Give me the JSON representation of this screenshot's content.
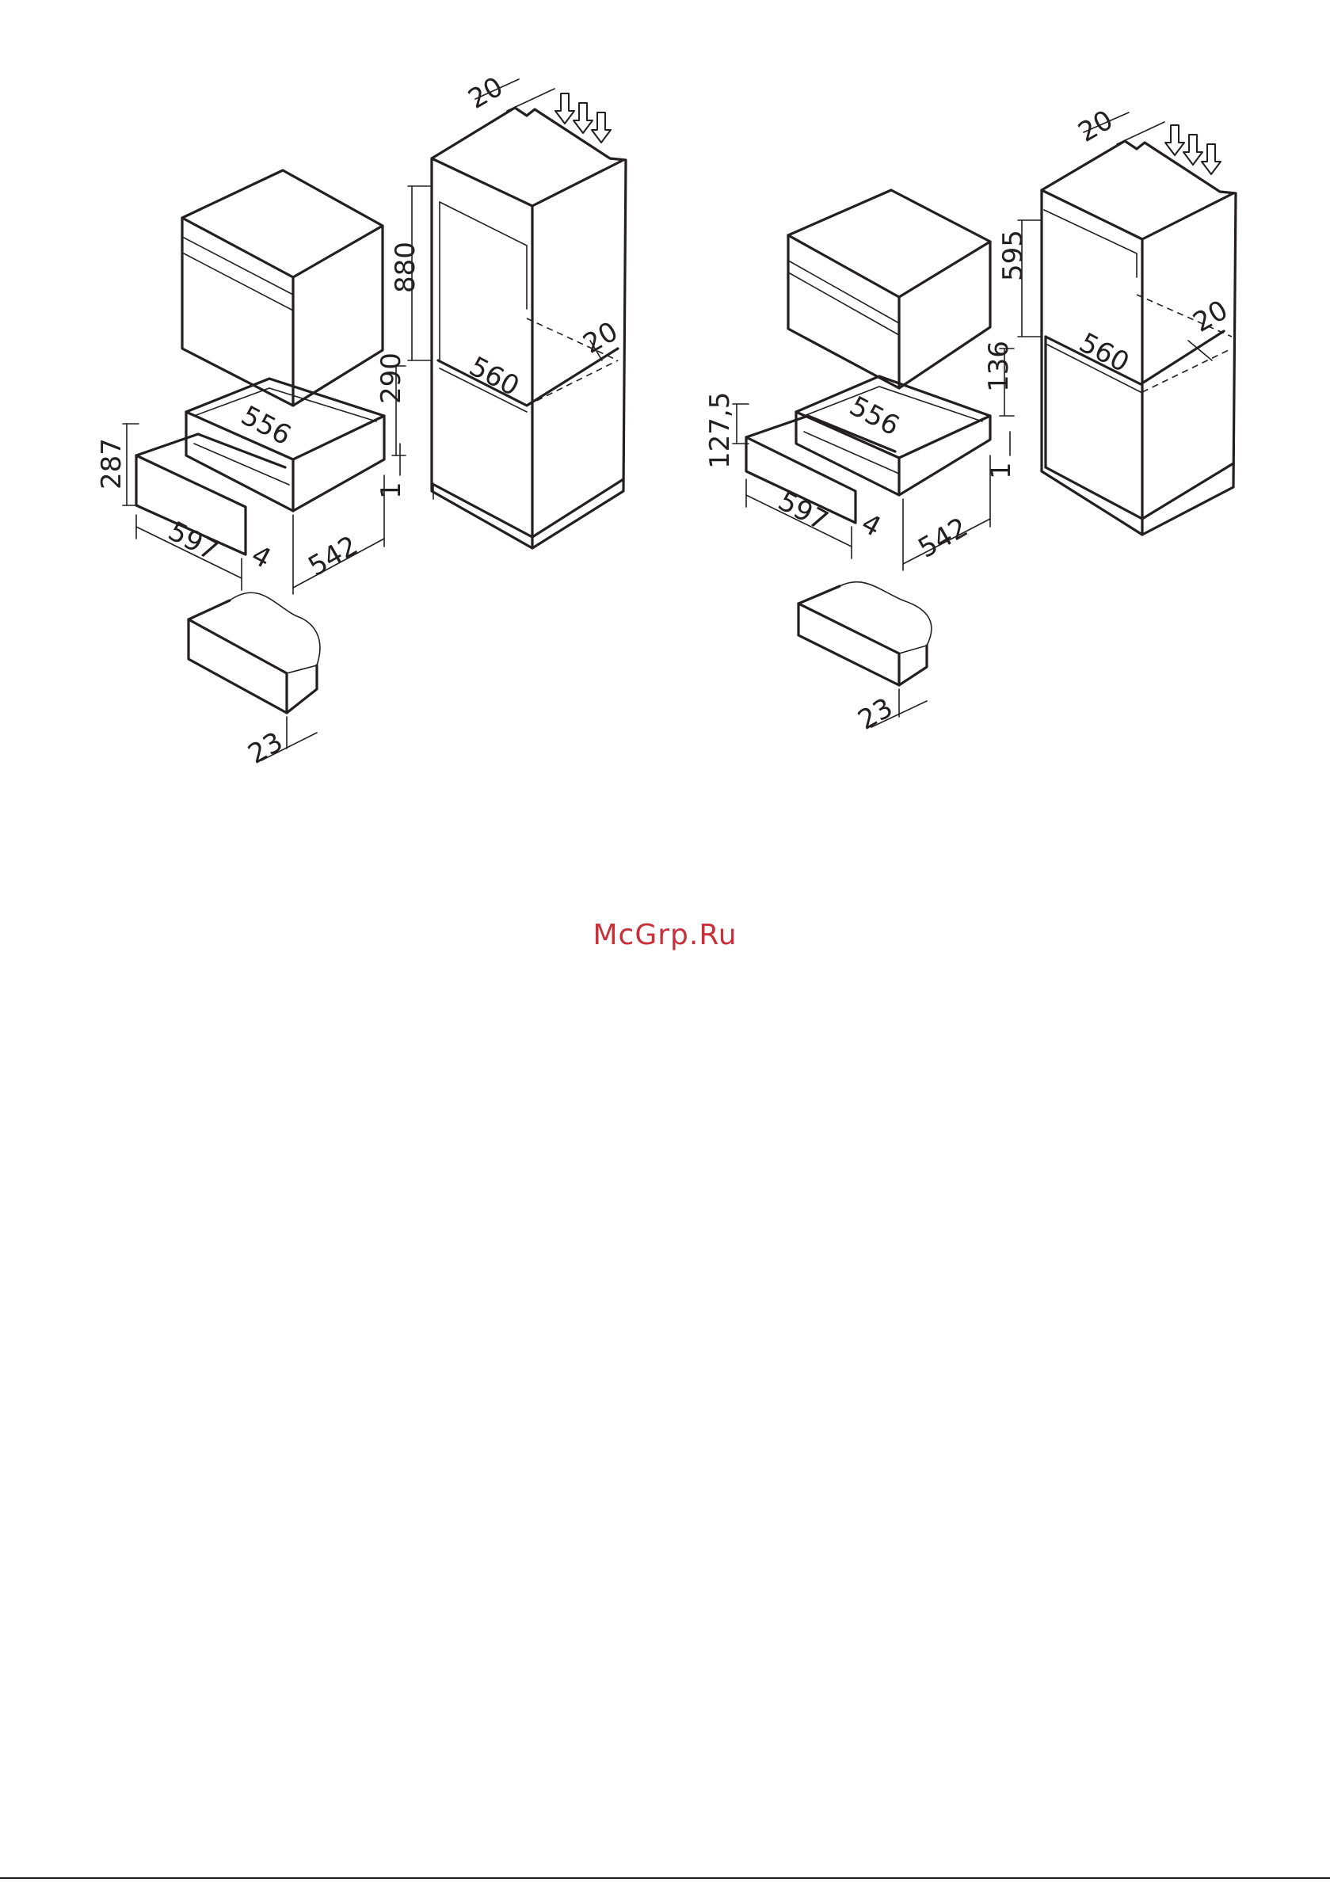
{
  "left_diagram": {
    "dims": {
      "top_gap": "20",
      "niche_height": "880",
      "niche_width": "560",
      "rear_gap": "20",
      "drawer_niche_height": "290",
      "drawer_inner_width": "556",
      "drawer_height": "287",
      "front_width": "597",
      "front_gap": "4",
      "depth": "542",
      "step": "1",
      "front_thickness": "23"
    }
  },
  "right_diagram": {
    "dims": {
      "top_gap": "20",
      "niche_height": "595",
      "niche_width": "560",
      "rear_gap": "20",
      "drawer_niche_height": "136",
      "drawer_inner_width": "556",
      "drawer_height": "127,5",
      "front_width": "597",
      "front_gap": "4",
      "depth": "542",
      "step": "1",
      "front_thickness": "23"
    }
  },
  "watermark": "McGrp.Ru",
  "icons": [
    "airflow-arrows-icon"
  ]
}
